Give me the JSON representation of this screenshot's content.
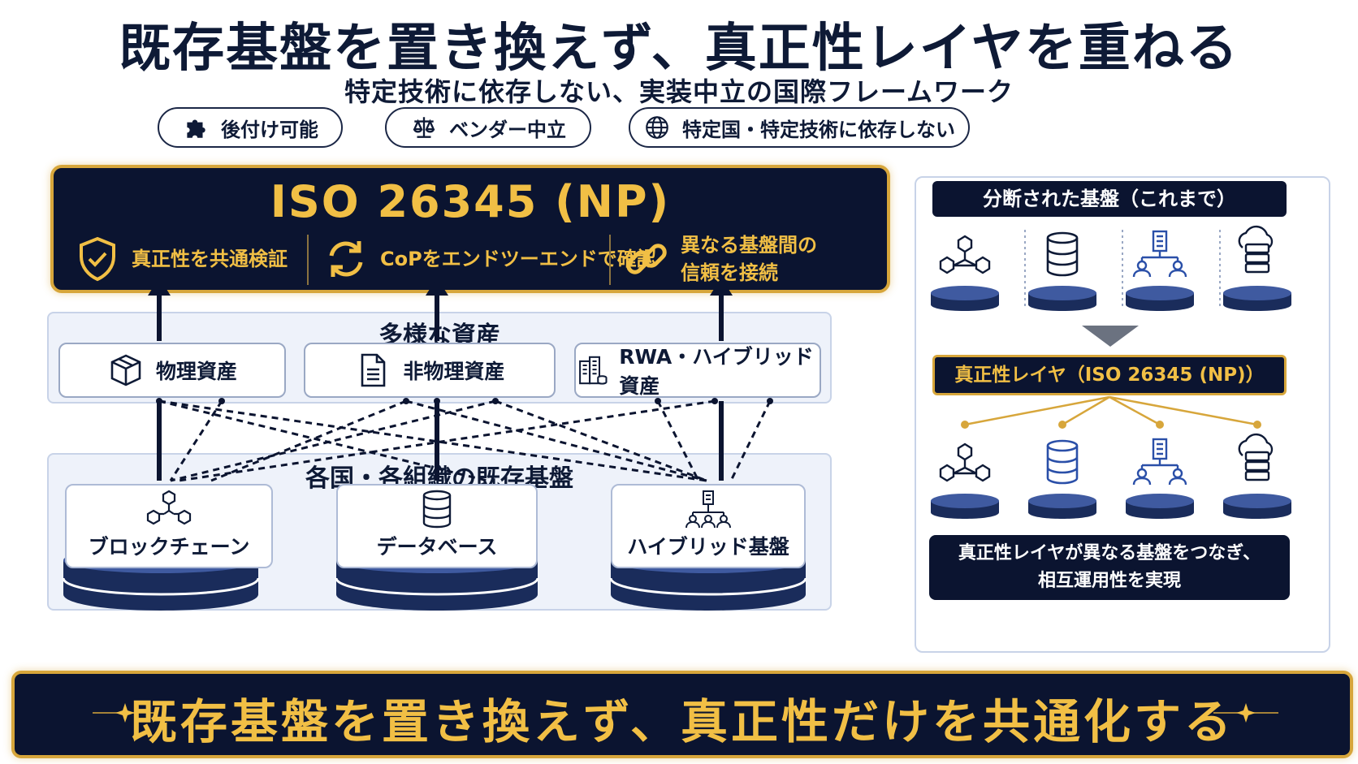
{
  "title": "既存基盤を置き換えず、真正性レイヤを重ねる",
  "subtitle": "特定技術に依存しない、実装中立の国際フレームワーク",
  "pills": [
    {
      "label": "後付け可能",
      "icon": "puzzle-icon"
    },
    {
      "label": "ベンダー中立",
      "icon": "scale-icon"
    },
    {
      "label": "特定国・特定技術に依存しない",
      "icon": "globe-icon"
    }
  ],
  "iso": {
    "title": "ISO 26345 (NP)",
    "features": [
      {
        "label": "真正性を共通検証",
        "icon": "shield-check-icon"
      },
      {
        "label": "CoPをエンドツーエンドで確認",
        "icon": "sync-arrows-icon"
      },
      {
        "label_line1": "異なる基盤間の",
        "label_line2": "信頼を接続",
        "icon": "chain-link-icon"
      }
    ]
  },
  "assets": {
    "label": "多様な資産",
    "items": [
      {
        "label": "物理資産",
        "icon": "box-icon"
      },
      {
        "label": "非物理資産",
        "icon": "document-icon"
      },
      {
        "label": "RWA・ハイブリッド資産",
        "icon": "building-icon"
      }
    ]
  },
  "bases": {
    "label": "各国・各組織の既存基盤",
    "items": [
      {
        "label": "ブロックチェーン",
        "icon": "blockchain-icon"
      },
      {
        "label": "データベース",
        "icon": "database-icon"
      },
      {
        "label": "ハイブリッド基盤",
        "icon": "hybrid-network-icon"
      }
    ]
  },
  "right_panel": {
    "top_header": "分断された基盤（これまで）",
    "middle_header": "真正性レイヤ（ISO 26345 (NP)）",
    "caption_line1": "真正性レイヤが異なる基盤をつなぎ、",
    "caption_line2": "相互運用性を実現",
    "icons": [
      "blockchain-icon",
      "database-icon",
      "org-network-icon",
      "cloud-server-icon"
    ]
  },
  "banner": "既存基盤を置き換えず、真正性だけを共通化する",
  "colors": {
    "navy": "#0b1430",
    "gold": "#f1bf45",
    "gold_border": "#d7a63b",
    "panel_bg": "#eef2fa"
  }
}
